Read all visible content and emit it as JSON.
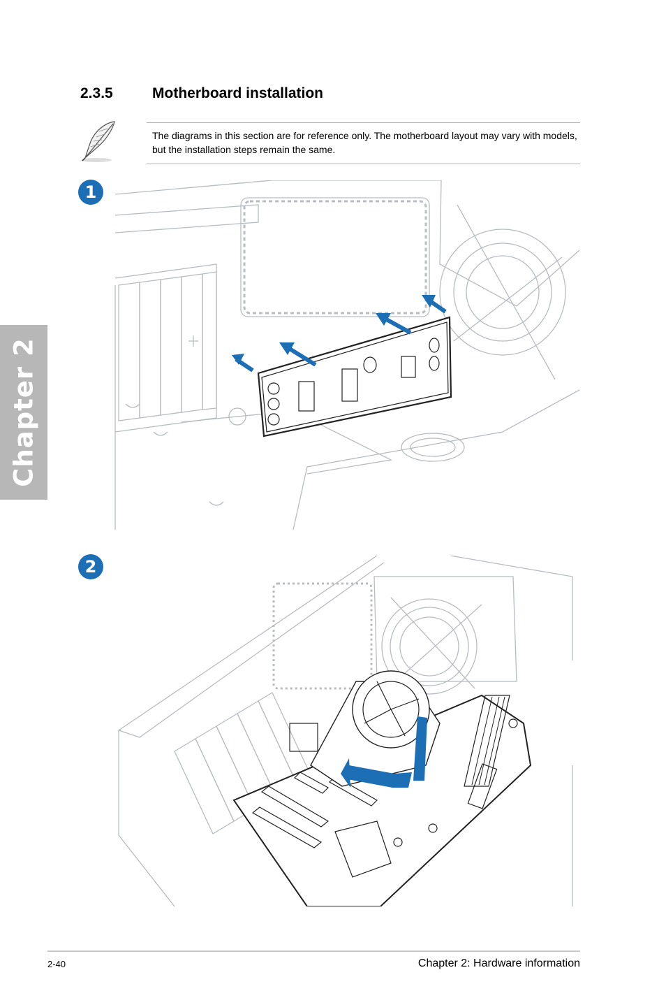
{
  "chapter_tab": {
    "label": "Chapter 2"
  },
  "section": {
    "number": "2.3.5",
    "title": "Motherboard installation"
  },
  "note": {
    "icon": "feather-pen-icon",
    "text": "The diagrams in this section are for reference only. The motherboard layout may vary with models, but the installation steps remain the same."
  },
  "steps": [
    {
      "badge": "1",
      "figure": "i-o-shield-installation-diagram"
    },
    {
      "badge": "2",
      "figure": "motherboard-placement-diagram"
    }
  ],
  "colors": {
    "accent": "#1d6fb5",
    "tab": "#b7b7b7",
    "line_art": "#b8bcc0"
  },
  "footer": {
    "page_number": "2-40",
    "chapter_title": "Chapter 2: Hardware information"
  }
}
